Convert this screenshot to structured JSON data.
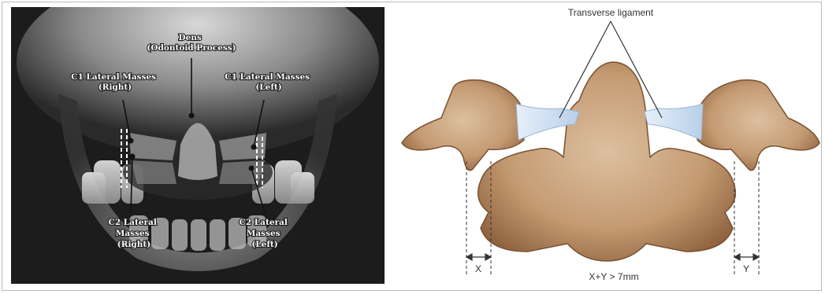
{
  "xray": {
    "labels": {
      "dens": [
        "Dens",
        "(Odontoid Process)"
      ],
      "c1_right": [
        "C1 Lateral Masses",
        "(Right)"
      ],
      "c1_left": [
        "C1 Lateral Masses",
        "(Left)"
      ],
      "c2_right": [
        "C2 Lateral",
        "Masses",
        "(Right)"
      ],
      "c2_left": [
        "C2 Lateral",
        "Masses",
        "(Left)"
      ]
    }
  },
  "diagram": {
    "ligament_label": "Transverse ligament",
    "x_label": "X",
    "y_label": "Y",
    "formula": "X+Y > 7mm",
    "colors": {
      "bone": "#c49a72",
      "bone_dark": "#8a5e3a",
      "ligament": "#cfe0f2"
    }
  }
}
